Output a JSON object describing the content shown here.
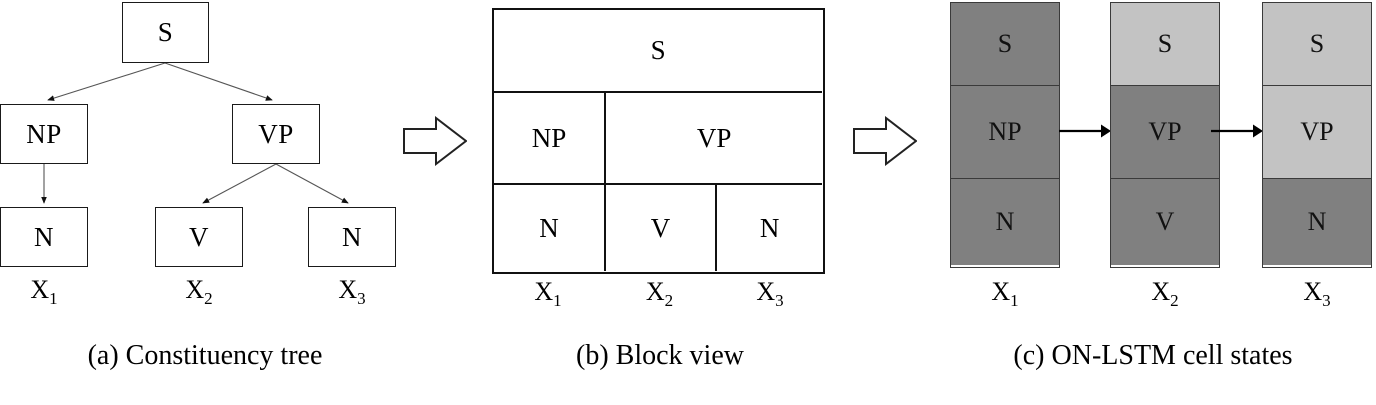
{
  "figure": {
    "panels": [
      {
        "id": "a",
        "caption": "(a) Constituency tree",
        "nodes": [
          {
            "key": "s",
            "label": "S"
          },
          {
            "key": "np",
            "label": "NP"
          },
          {
            "key": "vp",
            "label": "VP"
          },
          {
            "key": "n1",
            "label": "N"
          },
          {
            "key": "v",
            "label": "V"
          },
          {
            "key": "n2",
            "label": "N"
          }
        ],
        "tokens": [
          {
            "base": "X",
            "sub": "1"
          },
          {
            "base": "X",
            "sub": "2"
          },
          {
            "base": "X",
            "sub": "3"
          }
        ]
      },
      {
        "id": "b",
        "caption": "(b) Block view",
        "rows": [
          {
            "cells": [
              {
                "label": "S"
              }
            ]
          },
          {
            "cells": [
              {
                "label": "NP"
              },
              {
                "label": "VP"
              }
            ]
          },
          {
            "cells": [
              {
                "label": "N"
              },
              {
                "label": "V"
              },
              {
                "label": "N"
              }
            ]
          }
        ],
        "tokens": [
          {
            "base": "X",
            "sub": "1"
          },
          {
            "base": "X",
            "sub": "2"
          },
          {
            "base": "X",
            "sub": "3"
          }
        ]
      },
      {
        "id": "c",
        "caption": "(c) ON-LSTM cell states",
        "columns": [
          {
            "token": {
              "base": "X",
              "sub": "1"
            },
            "cells": [
              {
                "label": "S",
                "shade": "dark"
              },
              {
                "label": "NP",
                "shade": "dark"
              },
              {
                "label": "N",
                "shade": "dark"
              }
            ]
          },
          {
            "token": {
              "base": "X",
              "sub": "2"
            },
            "cells": [
              {
                "label": "S",
                "shade": "light"
              },
              {
                "label": "VP",
                "shade": "dark"
              },
              {
                "label": "V",
                "shade": "dark"
              }
            ]
          },
          {
            "token": {
              "base": "X",
              "sub": "3"
            },
            "cells": [
              {
                "label": "S",
                "shade": "light"
              },
              {
                "label": "VP",
                "shade": "light"
              },
              {
                "label": "N",
                "shade": "dark"
              }
            ]
          }
        ]
      }
    ],
    "colors": {
      "shade_dark": "#808080",
      "shade_light": "#c3c3c3",
      "stroke": "#1a1a1a",
      "cell_stroke": "#3a3a3a",
      "background": "#ffffff",
      "text": "#000000"
    }
  }
}
